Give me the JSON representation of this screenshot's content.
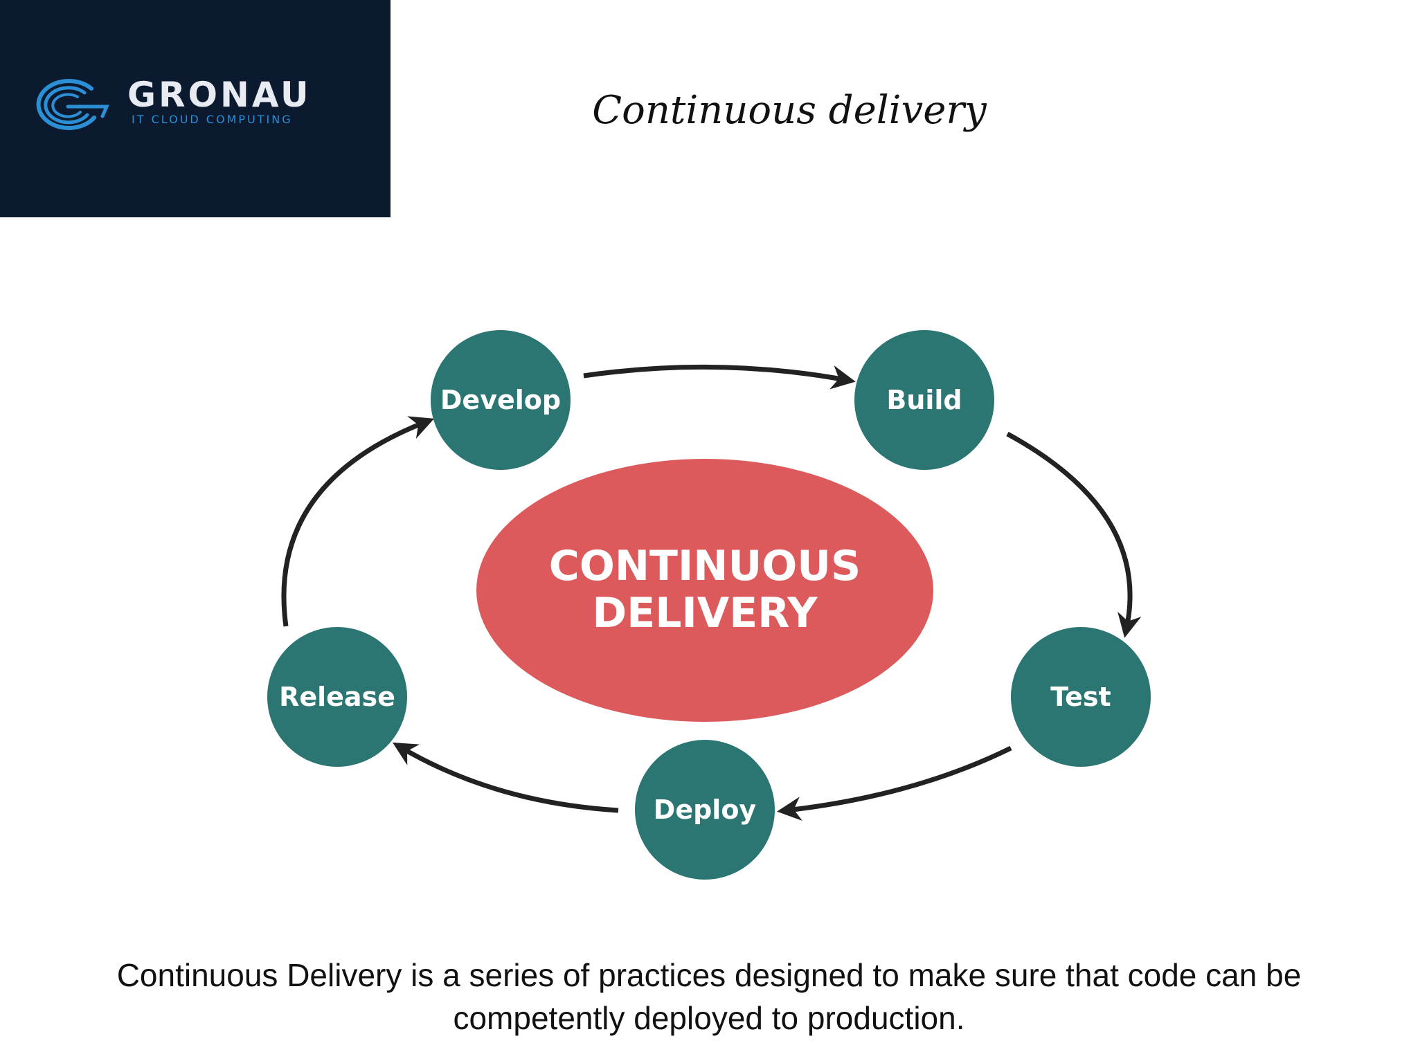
{
  "logo": {
    "name": "GRONAU",
    "tagline": "IT CLOUD COMPUTING",
    "icon": "gronau-logo-icon"
  },
  "title": "Continuous delivery",
  "diagram": {
    "center": {
      "line1": "CONTINUOUS",
      "line2": "DELIVERY"
    },
    "nodes": {
      "develop": "Develop",
      "build": "Build",
      "test": "Test",
      "deploy": "Deploy",
      "release": "Release"
    }
  },
  "caption": {
    "line1": "Continuous Delivery is a series of practices designed to make sure that code can be",
    "line2": "competently deployed to production."
  },
  "colors": {
    "node": "#2b7573",
    "center": "#dd5a5c",
    "arrow": "#222222",
    "logo_bg": "#0c1a30",
    "logo_accent": "#2b8fd6"
  }
}
